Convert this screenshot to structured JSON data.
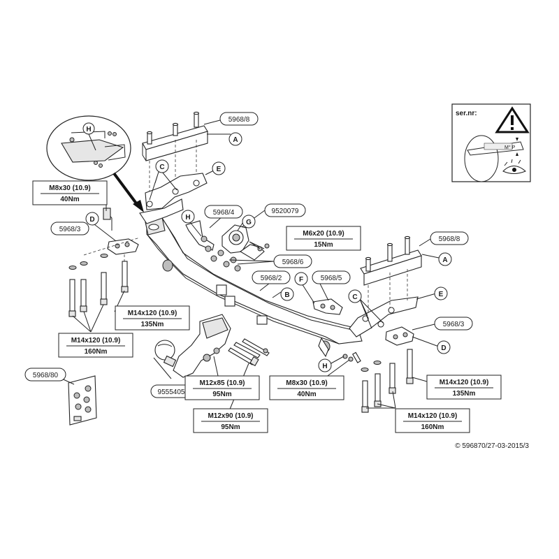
{
  "labels": {
    "p5968_8_top": "5968/8",
    "p5968_8_right": "5968/8",
    "p5968_4": "5968/4",
    "p9520079": "9520079",
    "p5968_3_left": "5968/3",
    "p5968_3_right": "5968/3",
    "p5968_6": "5968/6",
    "p5968_2": "5968/2",
    "p5968_5": "5968/5",
    "p5968_80": "5968/80",
    "p9555405": "9555405"
  },
  "letters": {
    "A_top": "A",
    "A_right": "A",
    "B": "B",
    "C_left": "C",
    "C_right": "C",
    "D_left": "D",
    "D_right": "D",
    "E_left": "E",
    "E_right": "E",
    "F": "F",
    "G": "G",
    "H_inset": "H",
    "H_mid": "H",
    "H_bottom": "H"
  },
  "torque": {
    "m8x30_left": {
      "spec": "M8x30 (10.9)",
      "torque": "40Nm"
    },
    "m6x20": {
      "spec": "M6x20 (10.9)",
      "torque": "15Nm"
    },
    "m14x120_135_left": {
      "spec": "M14x120 (10.9)",
      "torque": "135Nm"
    },
    "m14x120_160_left": {
      "spec": "M14x120 (10.9)",
      "torque": "160Nm"
    },
    "m12x85": {
      "spec": "M12x85 (10.9)",
      "torque": "95Nm"
    },
    "m8x30_right": {
      "spec": "M8x30 (10.9)",
      "torque": "40Nm"
    },
    "m14x120_135_right": {
      "spec": "M14x120 (10.9)",
      "torque": "135Nm"
    },
    "m12x90": {
      "spec": "M12x90 (10.9)",
      "torque": "95Nm"
    },
    "m14x120_160_right": {
      "spec": "M14x120 (10.9)",
      "torque": "160Nm"
    }
  },
  "serial_box": {
    "title": "ser.nr:",
    "plate_text": "M° P"
  },
  "copyright": "© 596870/27-03-2015/3"
}
